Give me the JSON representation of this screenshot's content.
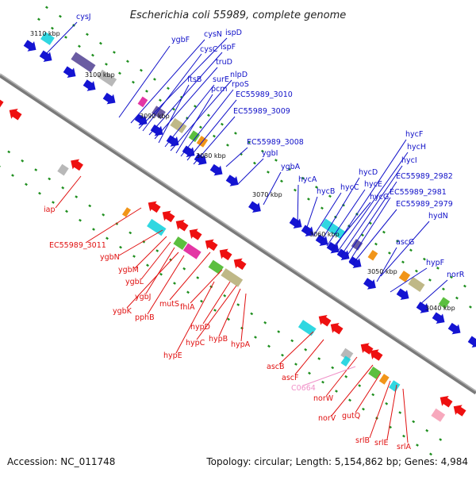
{
  "title": "Escherichia coli 55989, complete genome",
  "footer": {
    "accession": "Accession: NC_011748",
    "topology": "Topology: circular; Length: 5,154,862 bp; Genes: 4,984"
  },
  "colors": {
    "forward_label": "#1010c8",
    "reverse_label": "#e01010",
    "other_label": "#f090c8",
    "forward_arrow": "#1414d2",
    "reverse_arrow": "#ee1010",
    "backbone": "#8a8a8a",
    "tick": "#1f8f1f",
    "cog_cyan": "#19d3de",
    "cog_purple": "#5a4a98",
    "cog_magenta": "#e0209a",
    "cog_green": "#4ab82a",
    "cog_orange": "#f08a00",
    "cog_olive": "#b8b07a",
    "cog_grey": "#b0b0b0",
    "cog_pink": "#f6a0b6"
  },
  "kbp_ticks": [
    "3110 kbp",
    "3100 kbp",
    "3090 kbp",
    "3080 kbp",
    "3070 kbp",
    "3060 kbp",
    "3050 kbp",
    "3040 kbp"
  ],
  "forward_genes": [
    "cysJ",
    "ygbF",
    "cysN",
    "ispD",
    "cysC",
    "ispF",
    "truD",
    "ftsB",
    "surE",
    "nlpD",
    "pcm",
    "rpoS",
    "EC55989_3010",
    "EC55989_3009",
    "EC55989_3008",
    "ygbI",
    "ygbA",
    "hycA",
    "hycB",
    "hycC",
    "hycD",
    "hycE",
    "hycF",
    "hycH",
    "hycI",
    "hycG",
    "EC55989_2982",
    "EC55989_2981",
    "EC55989_2979",
    "hydN",
    "ascG",
    "hypF",
    "norR"
  ],
  "reverse_genes": [
    "iap",
    "EC55989_3011",
    "ygbN",
    "ygbM",
    "ygbL",
    "ygbJ",
    "ygbK",
    "pphB",
    "mutS",
    "fhlA",
    "hypD",
    "hypC",
    "hypB",
    "hypA",
    "hypE",
    "ascB",
    "ascF",
    "norW",
    "norV",
    "gutQ",
    "srlB",
    "srlE",
    "srlA"
  ],
  "other_genes": [
    "C0664"
  ]
}
